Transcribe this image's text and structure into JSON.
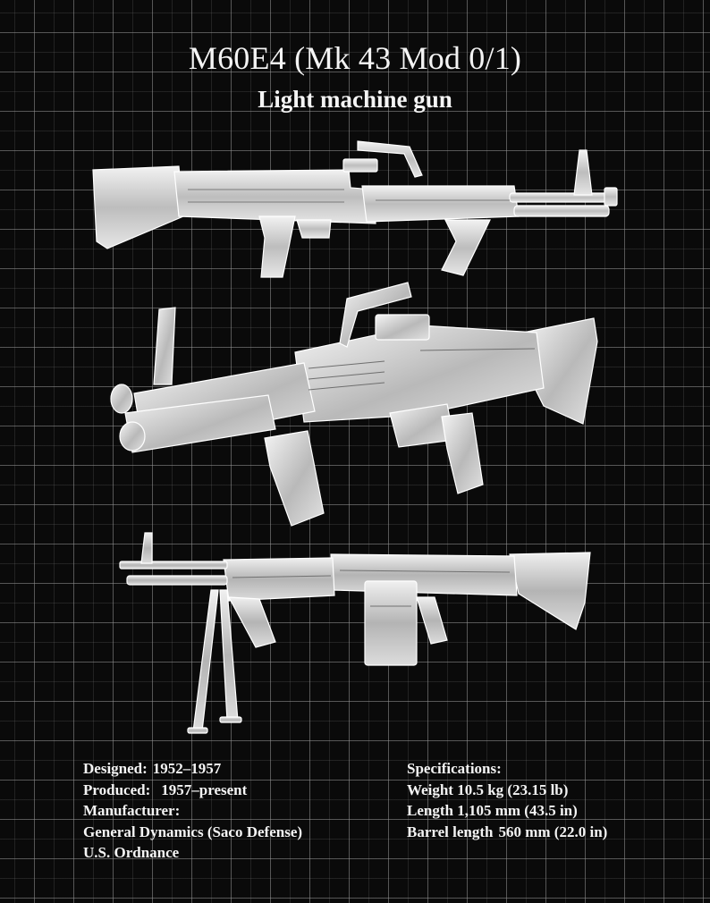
{
  "title": "M60E4 (Mk 43 Mod 0/1)",
  "subtitle": "Light machine gun",
  "illustrations": [
    {
      "name": "side-view"
    },
    {
      "name": "three-quarter-view"
    },
    {
      "name": "bipod-view"
    }
  ],
  "info": {
    "designed_label": "Designed:",
    "designed_value": "1952–1957",
    "produced_label": "Produced:",
    "produced_value": "1957–present",
    "manufacturer_label": "Manufacturer:",
    "manufacturer_1": "General Dynamics (Saco Defense)",
    "manufacturer_2": "U.S. Ordnance"
  },
  "specs": {
    "heading": "Specifications:",
    "weight_label": "Weight",
    "weight_value": "10.5 kg (23.15 lb)",
    "length_label": "Length",
    "length_value": "1,105 mm (43.5 in)",
    "barrel_label": "Barrel length",
    "barrel_value": "560 mm (22.0 in)"
  },
  "colors": {
    "background": "#0a0a0a",
    "grid": "#969696",
    "illustration": "#d8d8d8",
    "text": "#f4f4f4"
  }
}
